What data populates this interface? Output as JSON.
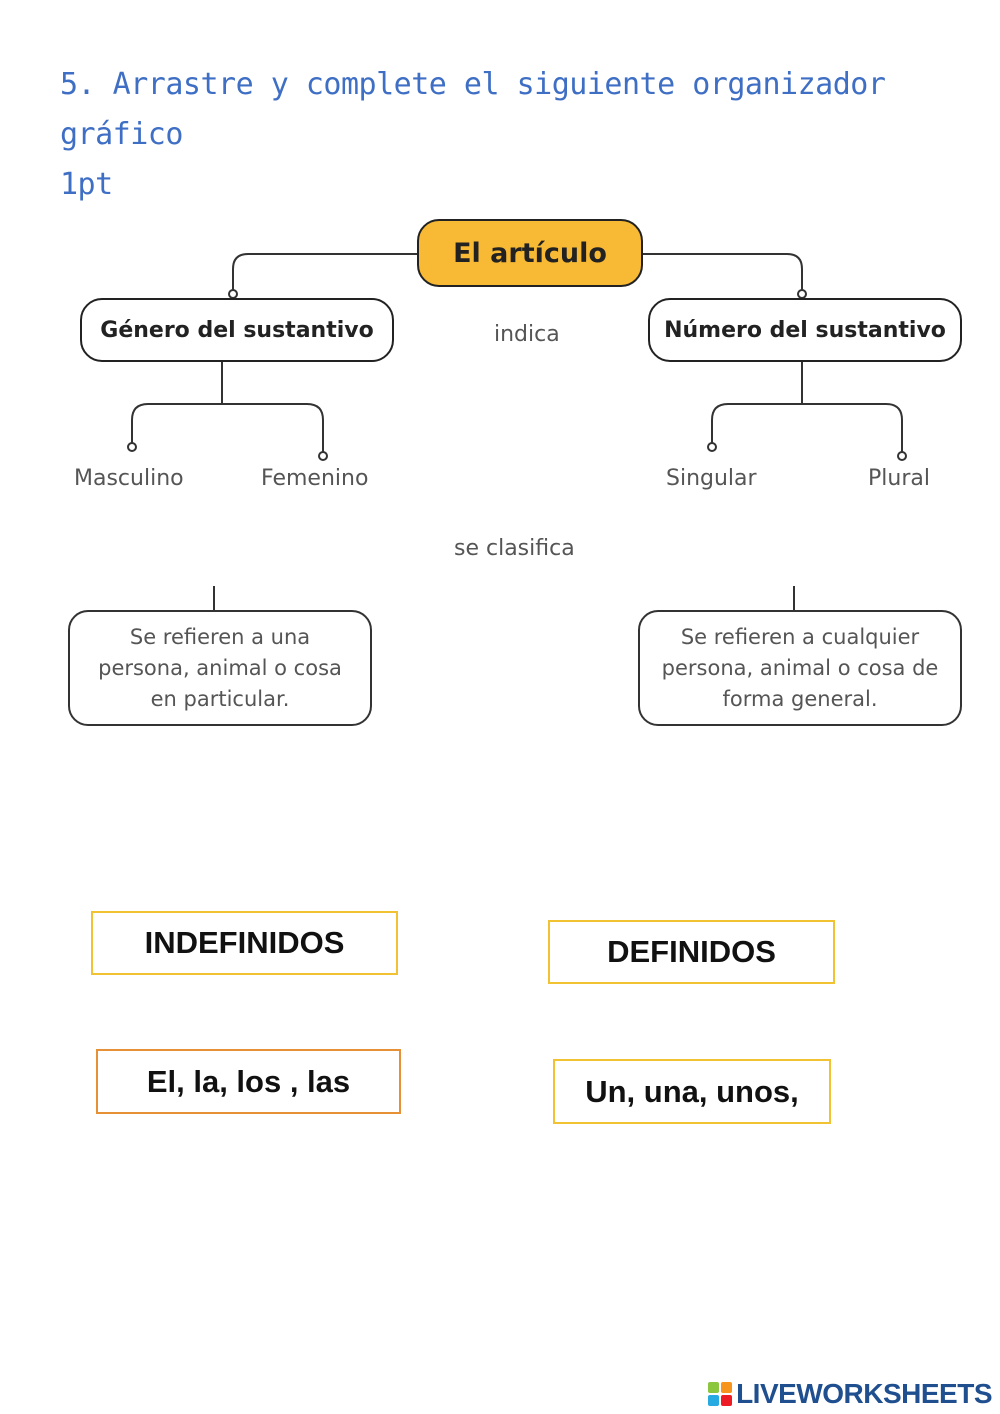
{
  "instruction": {
    "line1": "5. Arrastre y complete el siguiente organizador gráfico",
    "line2": "1pt"
  },
  "diagram": {
    "root": "El artículo",
    "connector_indica": "indica",
    "connector_clasifica": "se clasifica",
    "left_branch": {
      "label": "Género del sustantivo",
      "leaves": [
        "Masculino",
        "Femenino"
      ]
    },
    "right_branch": {
      "label": "Número del sustantivo",
      "leaves": [
        "Singular",
        "Plural"
      ]
    },
    "desc_left": "Se refieren a una persona, animal o cosa en particular.",
    "desc_right": "Se refieren a cualquier persona, animal o cosa de forma general."
  },
  "cards": {
    "indefinidos": "INDEFINIDOS",
    "definidos": "DEFINIDOS",
    "el_la": "El, la, los , las",
    "un_una": "Un, una, unos,"
  },
  "brand": {
    "text": "LIVEWORKSHEETS",
    "colors": [
      "#8cc63f",
      "#f7941d",
      "#27aae1",
      "#ed1c24"
    ]
  }
}
